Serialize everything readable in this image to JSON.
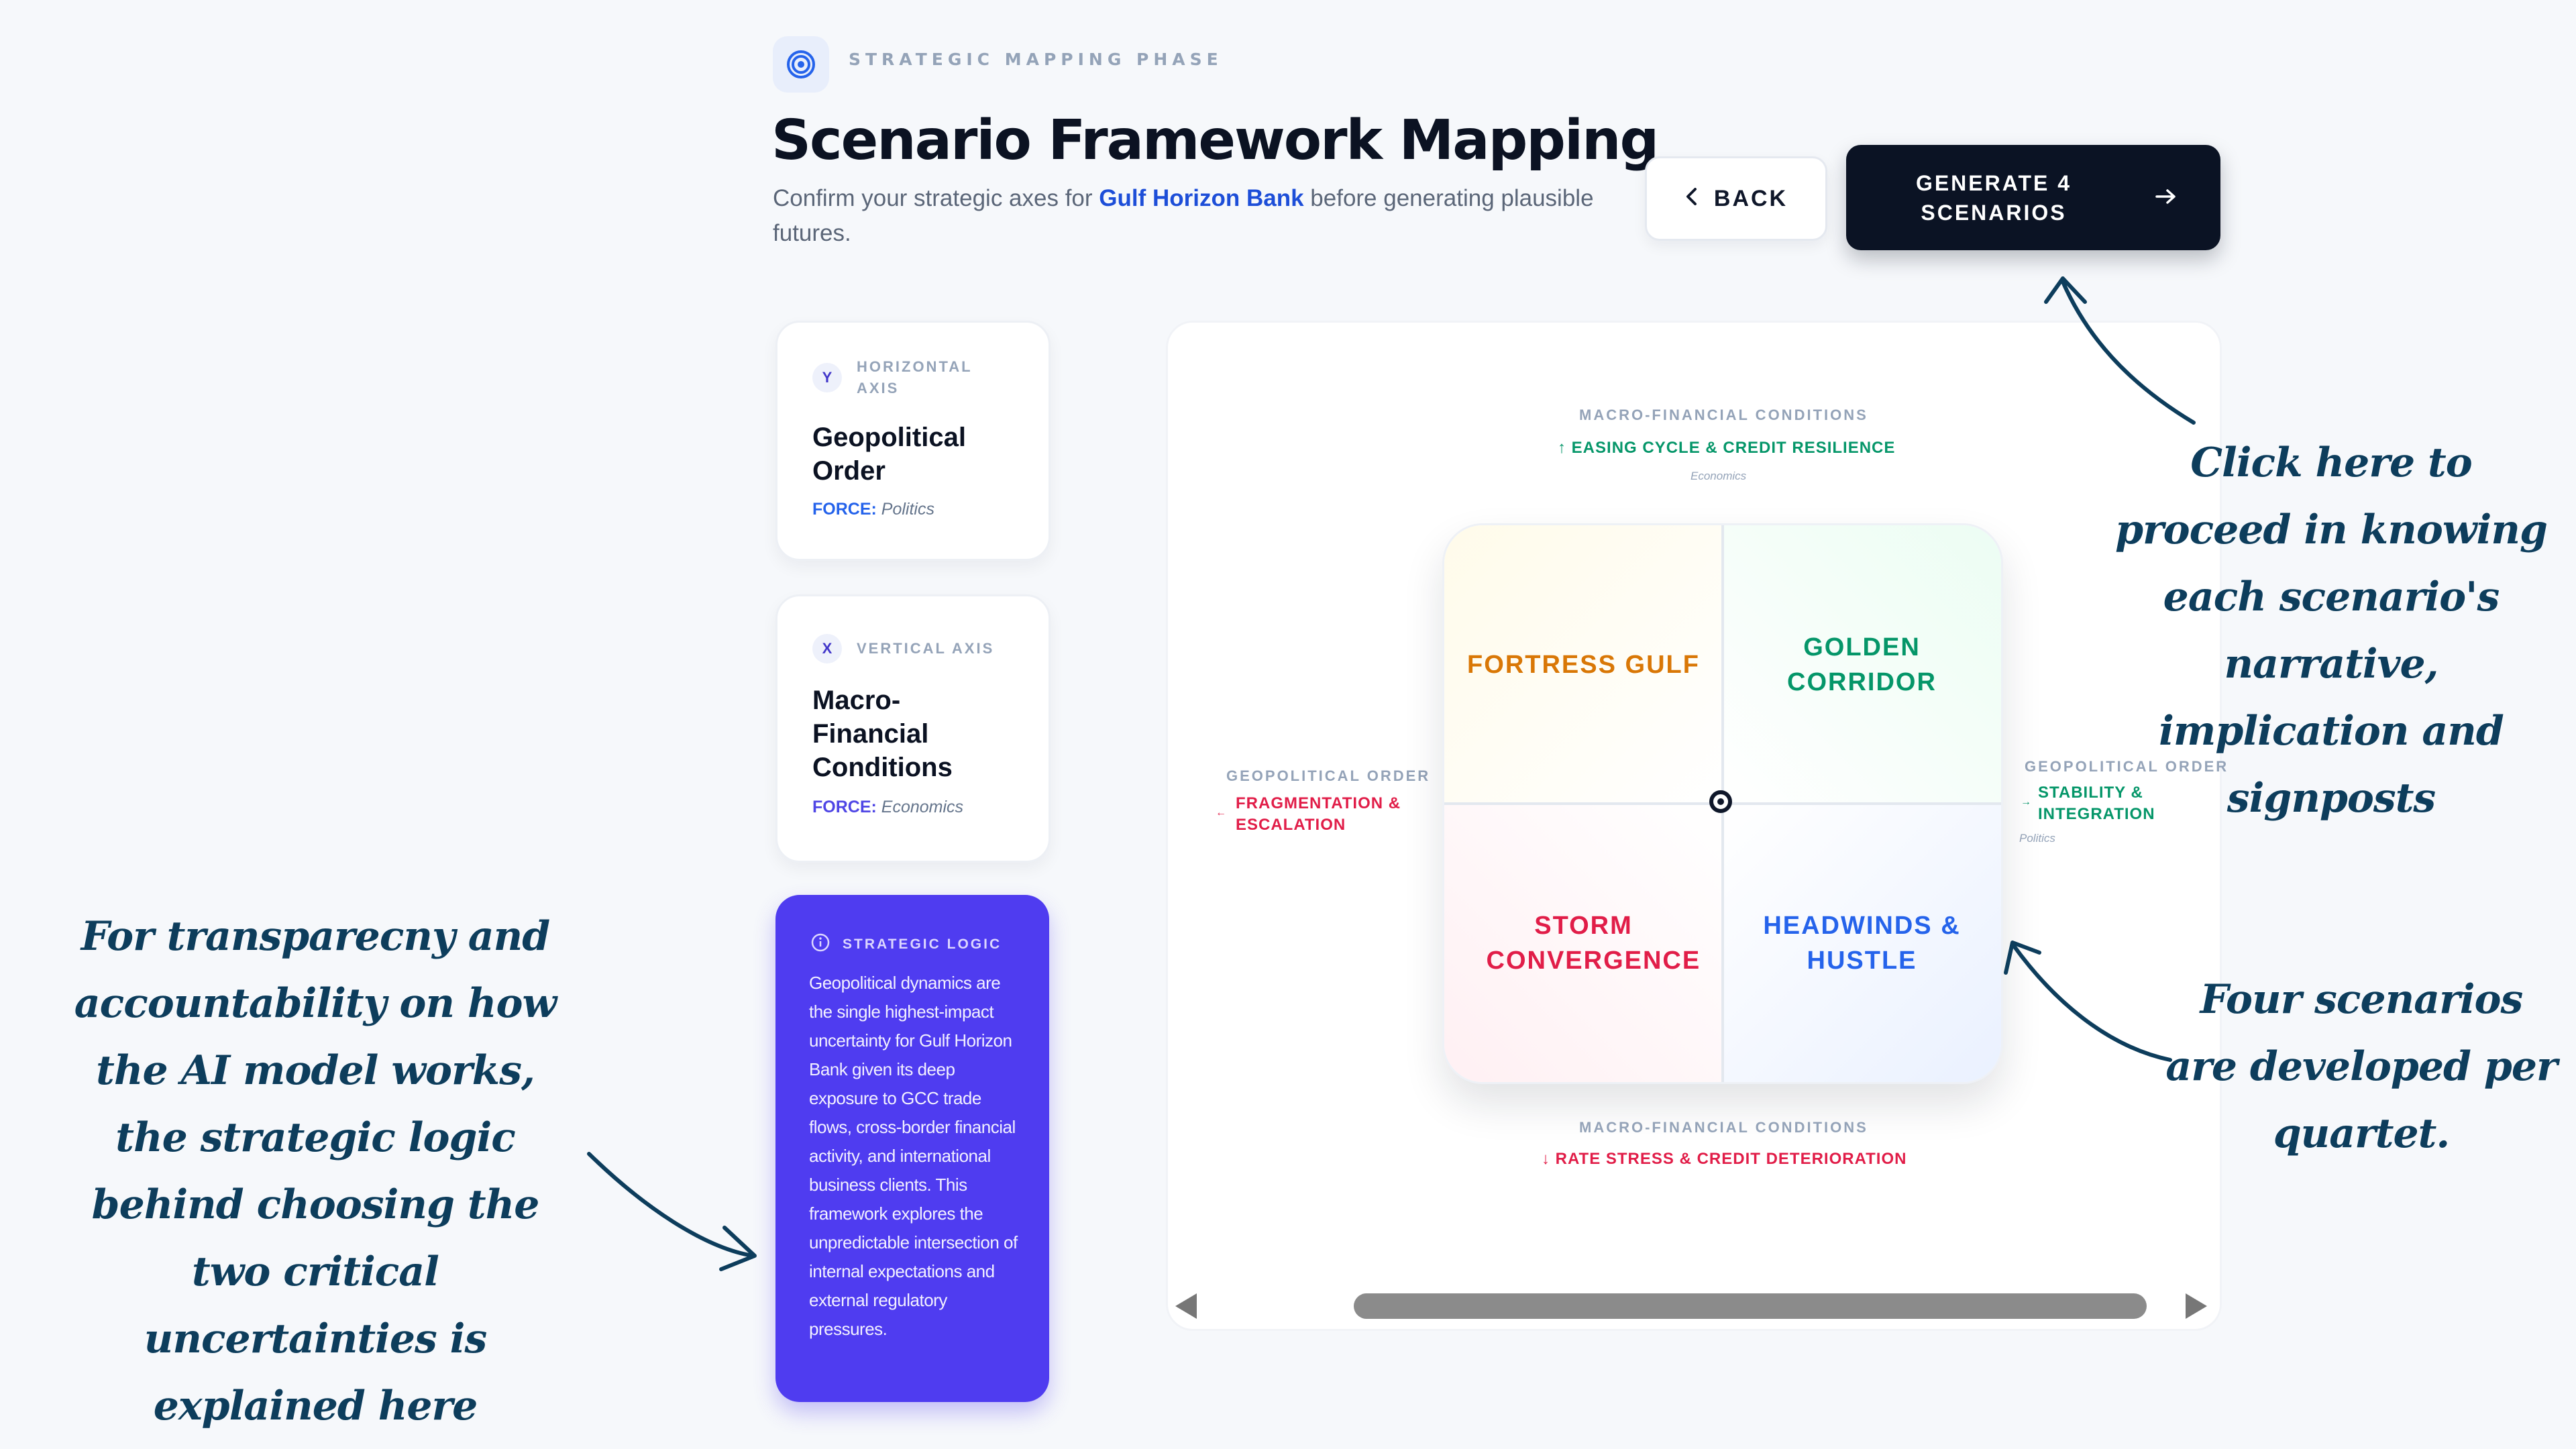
{
  "header": {
    "phase_label": "STRATEGIC MAPPING PHASE",
    "title": "Scenario Framework Mapping",
    "subtitle_before": "Confirm your strategic axes for ",
    "bank_name": "Gulf Horizon Bank",
    "subtitle_after": " before generating plausible futures.",
    "back_label": "BACK",
    "generate_label": "GENERATE 4 SCENARIOS"
  },
  "cards": {
    "horizontal": {
      "badge": "Y",
      "label": "HORIZONTAL AXIS",
      "name": "Geopolitical Order",
      "force_label": "FORCE:",
      "force_value": "Politics"
    },
    "vertical": {
      "badge": "X",
      "label": "VERTICAL AXIS",
      "name": "Macro-Financial Conditions",
      "force_label": "FORCE:",
      "force_value": "Economics"
    },
    "logic": {
      "label": "STRATEGIC LOGIC",
      "text": "Geopolitical dynamics are the single highest-impact uncertainty for Gulf Horizon Bank given its deep exposure to GCC trade flows, cross-border financial activity, and international business clients. This framework explores the unpredictable intersection of internal expectations and external regulatory pressures."
    }
  },
  "matrix": {
    "top": {
      "caption": "MACRO-FINANCIAL CONDITIONS",
      "value": "EASING CYCLE & CREDIT RESILIENCE",
      "sub": "Economics"
    },
    "bottom": {
      "caption": "MACRO-FINANCIAL CONDITIONS",
      "value": "RATE STRESS & CREDIT DETERIORATION"
    },
    "left": {
      "caption": "GEOPOLITICAL ORDER",
      "value": "FRAGMENTATION & ESCALATION"
    },
    "right": {
      "caption": "GEOPOLITICAL ORDER",
      "value": "STABILITY & INTEGRATION",
      "sub": "Politics"
    },
    "quadrants": {
      "top_left": "FORTRESS GULF",
      "top_right": "GOLDEN CORRIDOR",
      "bottom_left": "STORM CONVERGENCE",
      "bottom_right": "HEADWINDS & HUSTLE"
    },
    "colors": {
      "top_left": "#d97706",
      "top_right": "#059669",
      "bottom_left": "#e11d48",
      "bottom_right": "#2563eb"
    }
  },
  "annotations": {
    "generate": "Click here to proceed in knowing each scenario's narrative, implication and signposts",
    "quadrants": "Four scenarios are developed  per quartet.",
    "logic": "For transparecny and accountability on how the AI model works, the strategic logic behind choosing the two critical uncertainties is explained here"
  }
}
